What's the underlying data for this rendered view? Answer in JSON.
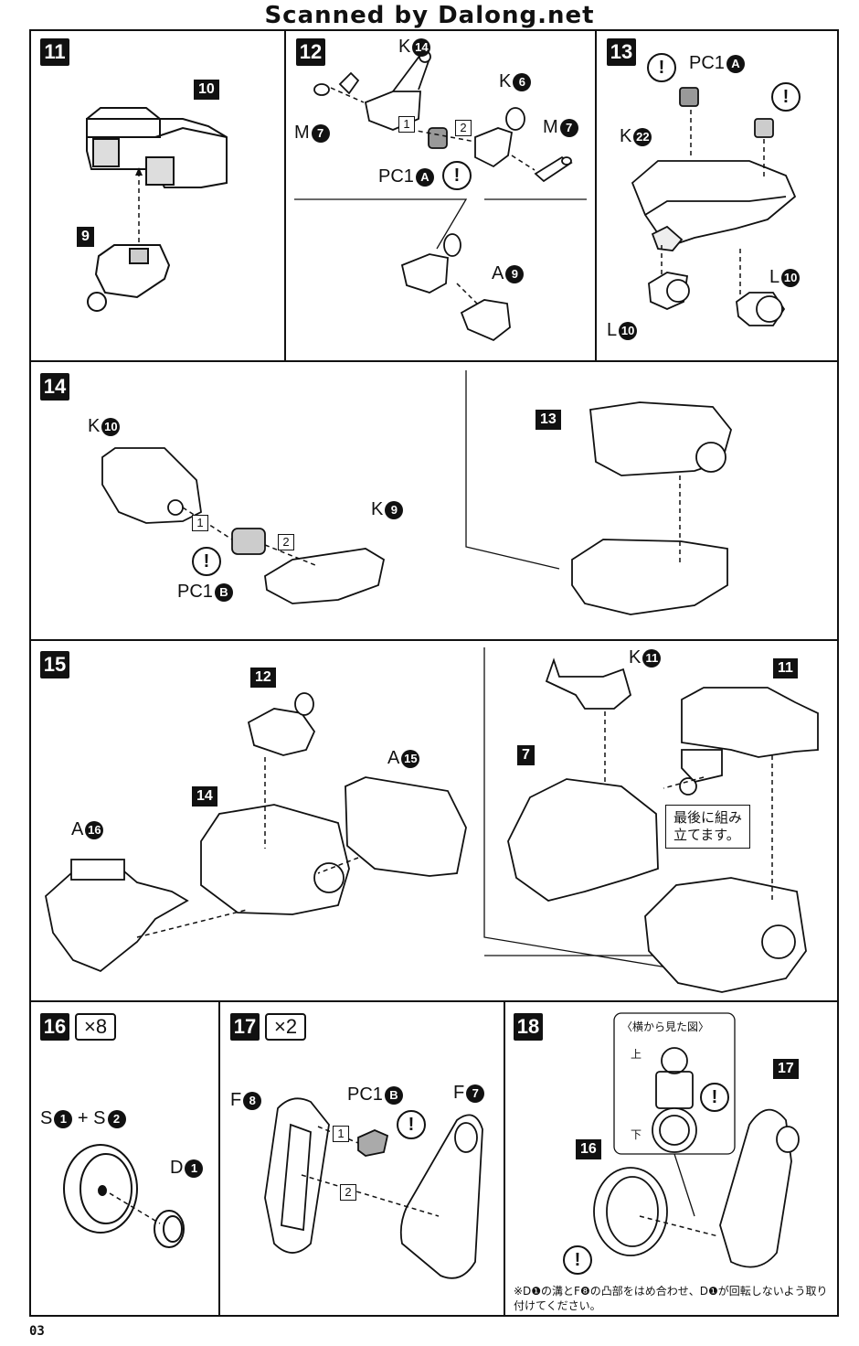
{
  "header": "Scanned by Dalong.net",
  "page_number": "03",
  "steps": {
    "s11": {
      "num": "11",
      "sub_a": "10",
      "sub_b": "9"
    },
    "s12": {
      "num": "12",
      "k14": "K",
      "k14n": "14",
      "k6": "K",
      "k6n": "6",
      "m7a": "M",
      "m7an": "7",
      "m7b": "M",
      "m7bn": "7",
      "pc1": "PC1",
      "pc1n": "A",
      "a9": "A",
      "a9n": "9",
      "o1": "1",
      "o2": "2"
    },
    "s13": {
      "num": "13",
      "pc1": "PC1",
      "pc1n": "A",
      "k22": "K",
      "k22n": "22",
      "l10a": "L",
      "l10an": "10",
      "l10b": "L",
      "l10bn": "10"
    },
    "s14": {
      "num": "14",
      "k10": "K",
      "k10n": "10",
      "k9": "K",
      "k9n": "9",
      "pc1": "PC1",
      "pc1n": "B",
      "o1": "1",
      "o2": "2",
      "sub13": "13"
    },
    "s15": {
      "num": "15",
      "sub12": "12",
      "sub14": "14",
      "a15": "A",
      "a15n": "15",
      "a16": "A",
      "a16n": "16",
      "k11": "K",
      "k11n": "11",
      "sub7": "7",
      "sub11": "11",
      "note": "最後に組み\n立てます。"
    },
    "s16": {
      "num": "16",
      "mult": "×8",
      "s1": "S",
      "s1n": "1",
      "plus": "+",
      "s2": "S",
      "s2n": "2",
      "d1": "D",
      "d1n": "1"
    },
    "s17": {
      "num": "17",
      "mult": "×2",
      "f8": "F",
      "f8n": "8",
      "pc1": "PC1",
      "pc1n": "B",
      "f7": "F",
      "f7n": "7",
      "o1": "1",
      "o2": "2"
    },
    "s18": {
      "num": "18",
      "side_view": "〈横から見た図〉",
      "top": "上",
      "bottom": "下",
      "sub16": "16",
      "sub17": "17",
      "footnote": "※D❶の溝とF❽の凸部をはめ合わせ、D❶が回転しないよう取り付けてください。"
    }
  },
  "caution_mark": "!"
}
